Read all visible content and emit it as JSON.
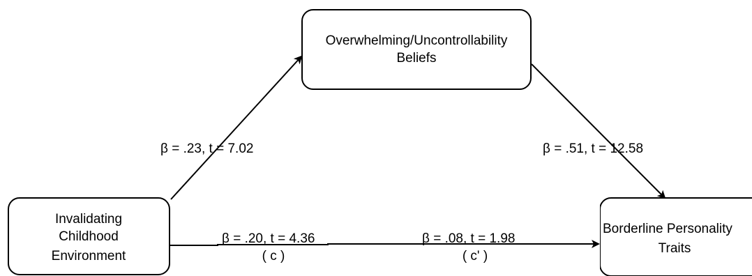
{
  "nodes": {
    "mediator": {
      "line1": "Overwhelming/Uncontrollability",
      "line2": "Beliefs"
    },
    "predictor": {
      "line1": "Invalidating",
      "line2": "Childhood",
      "line3": "Environment"
    },
    "outcome": {
      "line1": "Borderline Personality",
      "line2": "Traits"
    }
  },
  "paths": {
    "a": {
      "label": "β = .23, t = 7.02"
    },
    "b": {
      "label": "β = .51, t = 12.58"
    },
    "c": {
      "label": "β = .20, t = 4.36",
      "sublabel": "( c )"
    },
    "c_prime": {
      "label": "β = .08, t = 1.98",
      "sublabel": "( c' )"
    }
  },
  "colors": {
    "stroke": "#000000",
    "background": "#ffffff"
  }
}
